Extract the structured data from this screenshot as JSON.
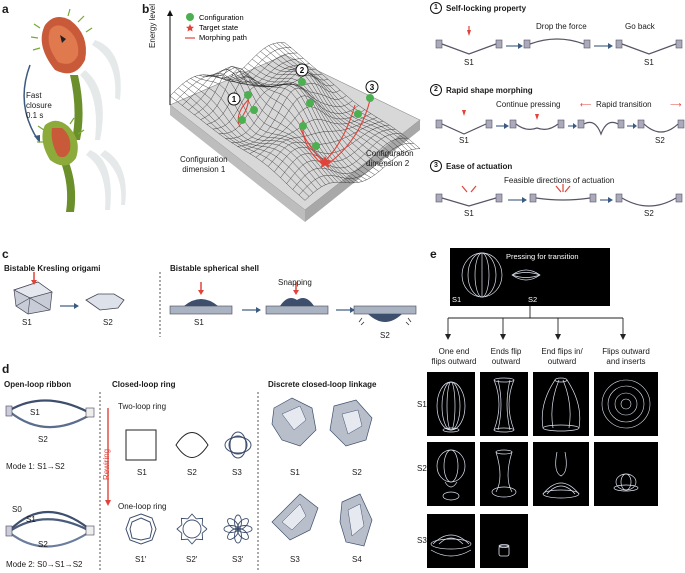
{
  "panels": {
    "a": "a",
    "b": "b",
    "c": "c",
    "d": "d",
    "e": "e"
  },
  "a": {
    "closure_line1": "Fast",
    "closure_line2": "closure",
    "closure_line3": "0.1 s"
  },
  "b": {
    "legend_configuration": "Configuration",
    "legend_target": "Target state",
    "legend_path": "Morphing path",
    "energy_axis": "Energy level",
    "dim1_line1": "Configuration",
    "dim1_line2": "dimension 1",
    "dim2_line1": "Configuration",
    "dim2_line2": "dimension 2",
    "num1": "1",
    "num2": "2",
    "num3": "3"
  },
  "b_right": {
    "p1_num": "1",
    "p1_title": "Self-locking property",
    "p1_drop": "Drop the force",
    "p1_goback": "Go back",
    "p1_s1a": "S1",
    "p1_s1b": "S1",
    "p2_num": "2",
    "p2_title": "Rapid shape morphing",
    "p2_continue": "Continue pressing",
    "p2_rapid": "Rapid transition",
    "p2_s1": "S1",
    "p2_s2": "S2",
    "p3_num": "3",
    "p3_title": "Ease of actuation",
    "p3_feasible": "Feasible directions of actuation",
    "p3_s1": "S1",
    "p3_s2": "S2"
  },
  "c": {
    "kresling_title": "Bistable Kresling origami",
    "shell_title": "Bistable spherical shell",
    "k_s1": "S1",
    "k_s2": "S2",
    "snapping": "Snapping",
    "sh_s1": "S1",
    "sh_s2": "S2"
  },
  "d": {
    "ribbon_title": "Open-loop ribbon",
    "ring_title": "Closed-loop ring",
    "linkage_title": "Discrete closed-loop linkage",
    "ribbon_s1": "S1",
    "ribbon_s2": "S2",
    "mode1": "Mode 1: S1→S2",
    "ribbon2_s0": "S0",
    "ribbon2_s1": "S1",
    "ribbon2_s2": "S2",
    "mode2": "Mode 2: S0→S1→S2",
    "two_loop": "Two-loop ring",
    "one_loop": "One-loop ring",
    "rewiring": "Rewiring",
    "ring_s1": "S1",
    "ring_s2": "S2",
    "ring_s3": "S3",
    "ring_s1p": "S1′",
    "ring_s2p": "S2′",
    "ring_s3p": "S3′",
    "link_s1": "S1",
    "link_s2": "S2",
    "link_s3": "S3",
    "link_s4": "S4"
  },
  "e": {
    "pressing": "Pressing for transition",
    "top_s1": "S1",
    "top_s2": "S2",
    "col1_l1": "One end",
    "col1_l2": "flips outward",
    "col2_l1": "Ends flip",
    "col2_l2": "outward",
    "col3_l1": "End flips in/",
    "col3_l2": "outward",
    "col4_l1": "Flips outward",
    "col4_l2": "and inserts",
    "row_s1": "S1",
    "row_s2": "S2",
    "row_s3": "S3"
  },
  "colors": {
    "green": "#4caf50",
    "red": "#e0433a",
    "arrow": "#3b5a80",
    "shell": "#3e4f6d",
    "panel_bg": "#cfd8e3"
  }
}
